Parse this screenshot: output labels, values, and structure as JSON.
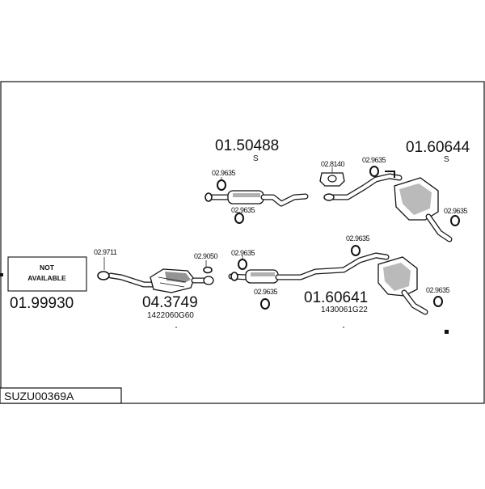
{
  "not_available": {
    "line1": "NOT",
    "line2": "AVAILABLE"
  },
  "parts": [
    {
      "number": "01.99930"
    },
    {
      "number": "04.3749",
      "oem": "1422060G60"
    },
    {
      "number": "01.50488",
      "note": "S"
    },
    {
      "number": "01.60644",
      "note": "S"
    },
    {
      "number": "01.60641",
      "oem": "1430061G22"
    }
  ],
  "fittings": [
    "02.9711",
    "02.9050",
    "02.9635",
    "02.9635",
    "02.9635",
    "02.9635",
    "02.9635",
    "02.8140",
    "02.9635",
    "02.9635",
    "02.9635"
  ],
  "reference": "SUZU00369A"
}
